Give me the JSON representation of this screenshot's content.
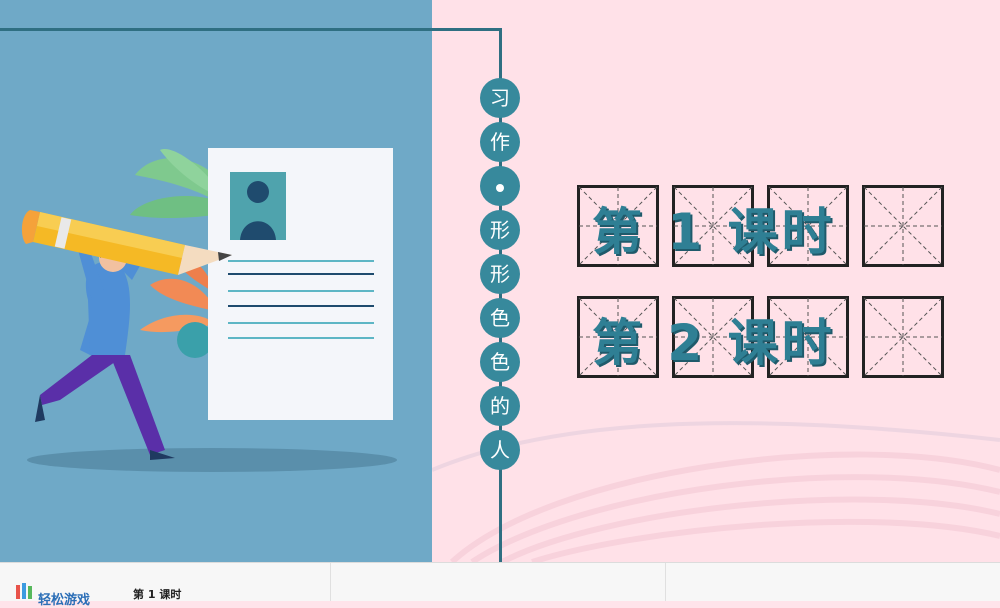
{
  "title_vertical": [
    "习",
    "作",
    "•",
    "形",
    "形",
    "色",
    "色",
    "的",
    "人"
  ],
  "lessons": [
    {
      "label": "第 1 课时"
    },
    {
      "label": "第 2 课时"
    }
  ],
  "bottom_bar": {
    "section_label": "轻松游戏",
    "lesson_label": "第 1 课时"
  },
  "colors": {
    "left_bg": "#6fa9c7",
    "right_bg": "#ffe1e8",
    "accent": "#37899c",
    "line": "#2f6f82",
    "lesson_text": "#2f7f94"
  }
}
